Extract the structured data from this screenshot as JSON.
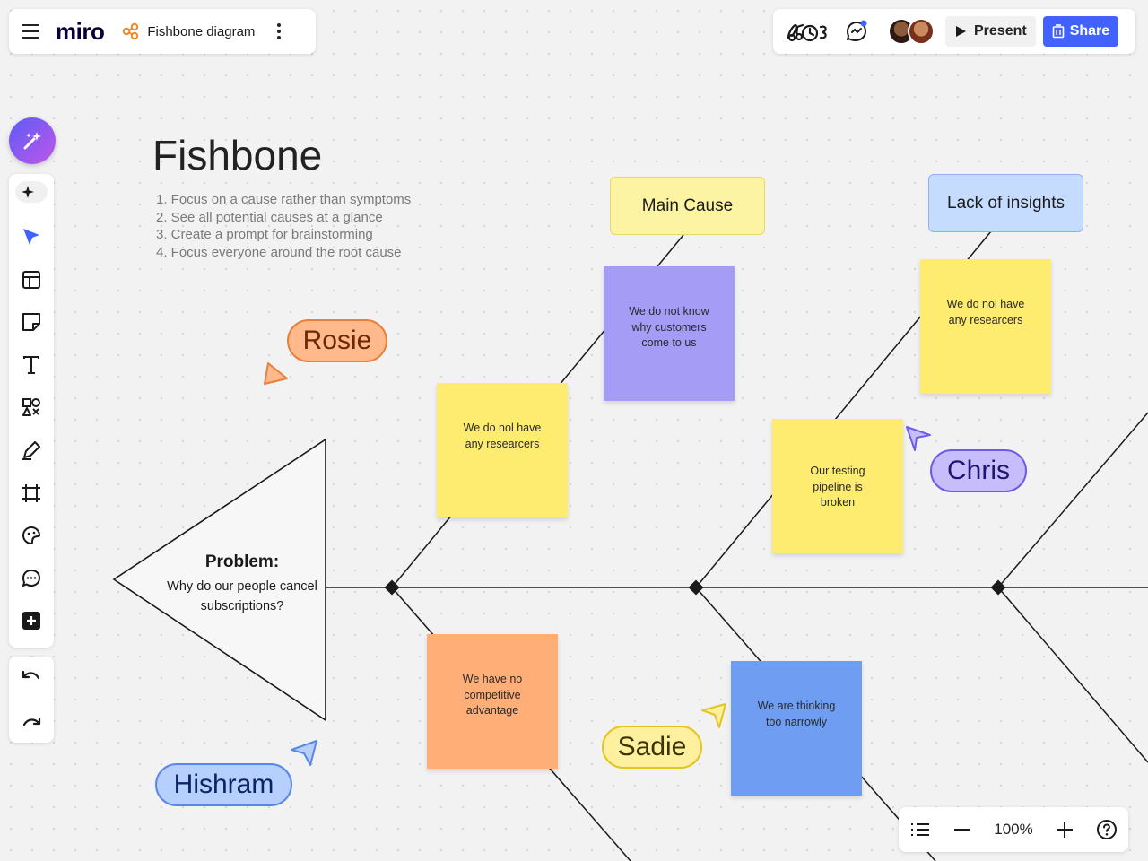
{
  "header": {
    "logo": "miro",
    "board_name": "Fishbone diagram"
  },
  "top_right": {
    "present_label": "Present",
    "share_label": "Share"
  },
  "zoom": {
    "value": "100%"
  },
  "canvas": {
    "title": "Fishbone",
    "subtitle_items": [
      "1. Focus on a cause rather than symptoms",
      "2. See all potential causes at a glance",
      "3. Create a prompt for brainstorming",
      "4. Focus everyone around the root cause"
    ],
    "main_cause_label": "Main Cause",
    "lack_insights_label": "Lack of insights",
    "problem_title": "Problem:",
    "problem_text": "Why do our people cancel subscriptions?",
    "stickies": {
      "purple": "We do not know why customers come to us",
      "yellow_left": "We do nol have any researcers",
      "yellow_right_top": "We do nol have any researcers",
      "yellow_testing": "Our testing pipeline is broken",
      "orange": "We have no competitive advantage",
      "blue": "We are thinking too narrowly"
    },
    "name_tags": {
      "rosie": "Rosie",
      "chris": "Chris",
      "sadie": "Sadie",
      "hishram": "Hishram"
    }
  },
  "colors": {
    "accent": "#4262ff",
    "ai_gradient_start": "#5b5cf6",
    "ai_gradient_end": "#c156e9",
    "sticky_yellow": "#fdec70",
    "sticky_purple": "#a59cf5",
    "sticky_orange": "#ffae78",
    "sticky_blue": "#6e9df2"
  },
  "icons": {
    "header": [
      "menu-icon",
      "board-icon",
      "more-icon"
    ],
    "top_right": [
      "reactions-icon",
      "comments-icon",
      "play-icon",
      "share-icon"
    ],
    "toolbar": [
      "sparkle-icon",
      "select-icon",
      "templates-icon",
      "sticky-note-icon",
      "text-icon",
      "shapes-icon",
      "pen-icon",
      "frame-icon",
      "stickers-icon",
      "comment-icon",
      "add-icon",
      "undo-icon",
      "redo-icon"
    ],
    "zoom": [
      "list-icon",
      "zoom-out-icon",
      "zoom-in-icon",
      "help-icon"
    ]
  }
}
